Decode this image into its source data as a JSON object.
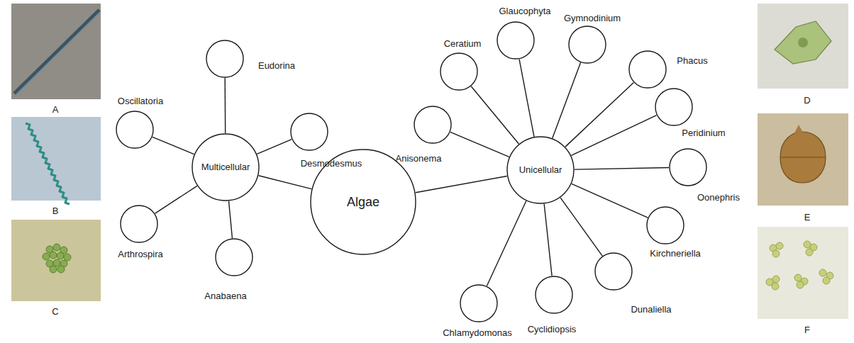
{
  "diagram": {
    "nodes": [
      {
        "text": [
          "Algae"
        ]
      },
      {
        "text": [
          "Multicellular"
        ]
      },
      {
        "text": [
          "Eudorina"
        ]
      },
      {
        "text": [
          "Oscillatoria"
        ]
      },
      {
        "text": [
          "Desmodesmus"
        ]
      },
      {
        "text": [
          "Arthrospira"
        ]
      },
      {
        "text": [
          "Anabaena"
        ]
      },
      {
        "text": [
          "Unicellular"
        ]
      },
      {
        "text": [
          "Anisonema"
        ]
      },
      {
        "text": [
          "Ceratium"
        ]
      },
      {
        "text": [
          "Glaucophyta"
        ]
      },
      {
        "text": [
          "Gymnodinium"
        ]
      },
      {
        "text": [
          "Phacus"
        ]
      },
      {
        "text": [
          "Peridinium"
        ]
      },
      {
        "text": [
          "Oonephris"
        ]
      },
      {
        "text": [
          "Kirchneriella"
        ]
      },
      {
        "text": [
          "Dunaliella"
        ]
      },
      {
        "text": [
          "Cyclidiopsis"
        ]
      },
      {
        "text": [
          "Chlamydomonas"
        ]
      }
    ],
    "edges": [
      {
        "from": 0,
        "to": 1,
        "arrow": "none"
      },
      {
        "from": 0,
        "to": 7,
        "arrow": "none"
      },
      {
        "from": 1,
        "to": 2,
        "arrow": "none"
      },
      {
        "from": 1,
        "to": 3,
        "arrow": "none"
      },
      {
        "from": 1,
        "to": 4,
        "arrow": "none"
      },
      {
        "from": 1,
        "to": 5,
        "arrow": "none"
      },
      {
        "from": 1,
        "to": 6,
        "arrow": "none"
      },
      {
        "from": 7,
        "to": 8,
        "arrow": "none"
      },
      {
        "from": 7,
        "to": 9,
        "arrow": "none"
      },
      {
        "from": 7,
        "to": 10,
        "arrow": "none"
      },
      {
        "from": 7,
        "to": 11,
        "arrow": "none"
      },
      {
        "from": 7,
        "to": 12,
        "arrow": "none"
      },
      {
        "from": 7,
        "to": 13,
        "arrow": "none"
      },
      {
        "from": 7,
        "to": 14,
        "arrow": "none"
      },
      {
        "from": 7,
        "to": 15,
        "arrow": "none"
      },
      {
        "from": 7,
        "to": 16,
        "arrow": "none"
      },
      {
        "from": 7,
        "to": 17,
        "arrow": "none"
      },
      {
        "from": 7,
        "to": 18,
        "arrow": "none"
      }
    ],
    "labels": [
      "A",
      "B",
      "C",
      "D",
      "E",
      "F"
    ]
  }
}
